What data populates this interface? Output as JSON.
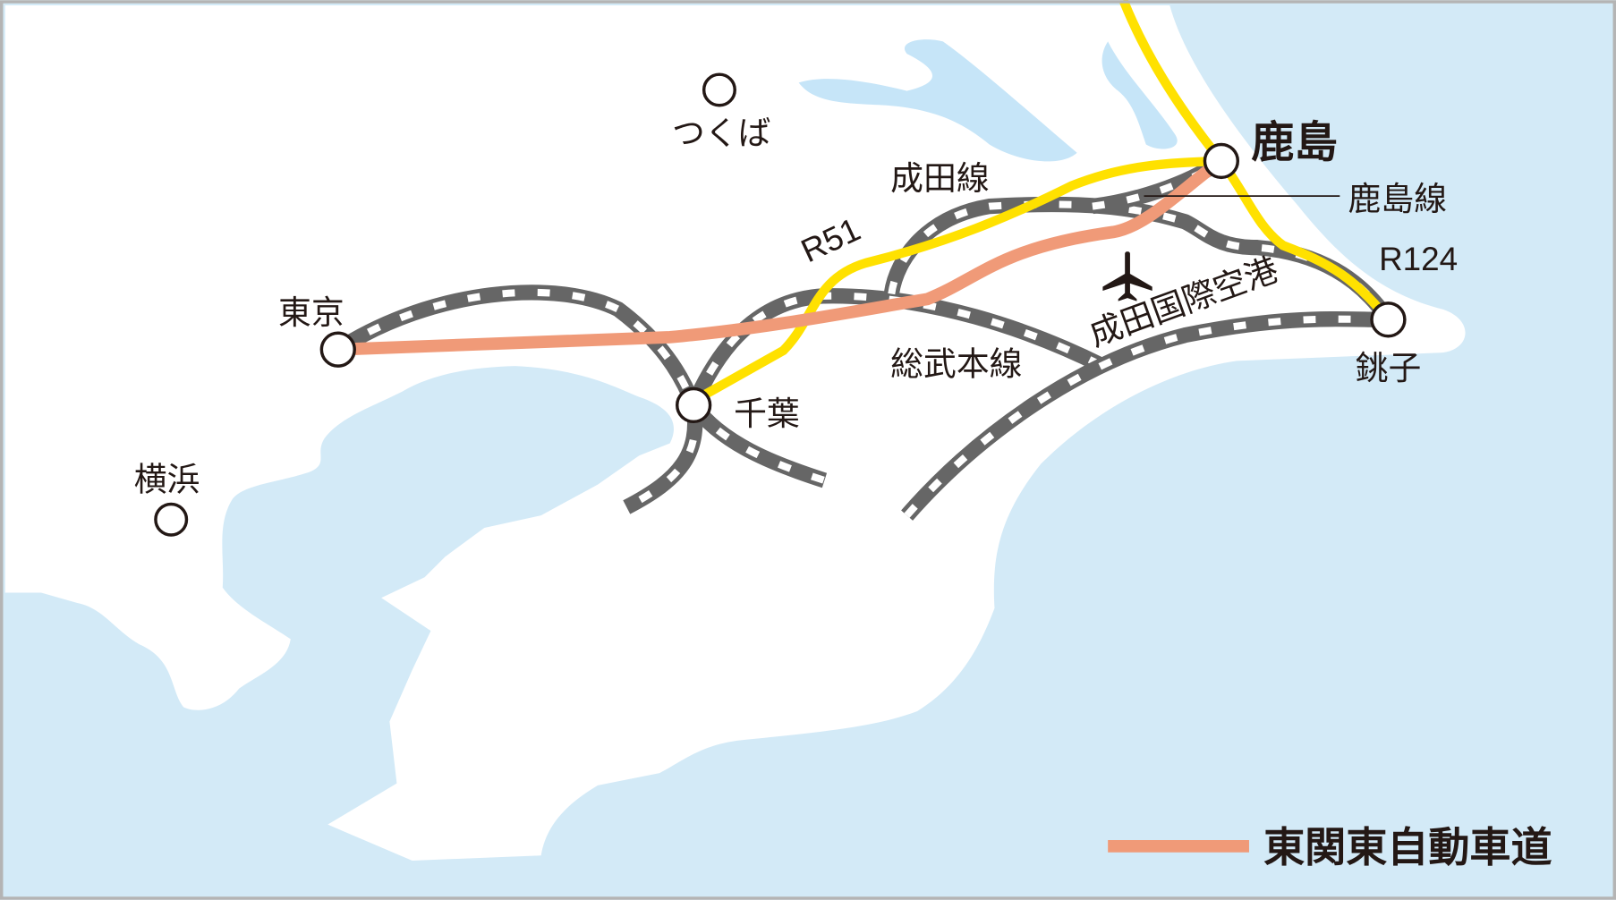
{
  "colors": {
    "water": "#d3eaf7",
    "lake": "#c6e5f8",
    "land": "#ffffff",
    "frame": "#b4b4b4",
    "expressway": "#f09a78",
    "route": "#ffe100",
    "rail": "#666666"
  },
  "cities": {
    "tsukuba": "つくば",
    "tokyo": "東京",
    "yokohama": "横浜",
    "chiba": "千葉",
    "kashima": "鹿島",
    "choshi": "銚子"
  },
  "lines": {
    "narita_line": "成田線",
    "kashima_line": "鹿島線",
    "sobu_line": "総武本線",
    "r51": "R51",
    "r124": "R124"
  },
  "airport": {
    "label": "成田国際空港",
    "icon": "airplane-icon"
  },
  "legend": {
    "expressway_label": "東関東自動車道"
  }
}
